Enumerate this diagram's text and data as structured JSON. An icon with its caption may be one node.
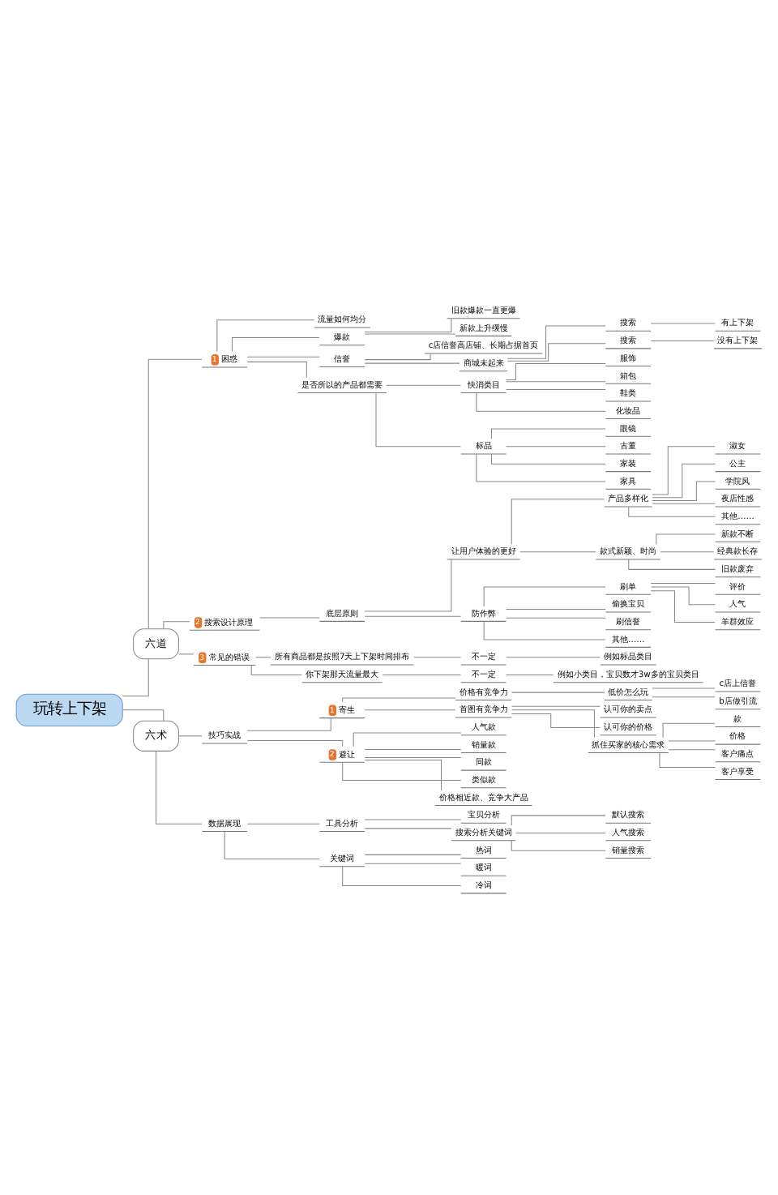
{
  "diagram": {
    "nodes": [
      {
        "text": [
          "玩转上下架"
        ]
      },
      {
        "text": [
          "六道"
        ]
      },
      {
        "text": [
          "1",
          "困惑"
        ]
      },
      {
        "text": [
          "流量如何均分"
        ]
      },
      {
        "text": [
          "爆款"
        ]
      },
      {
        "text": [
          "旧款爆款一直更爆"
        ]
      },
      {
        "text": [
          "新款上升缓慢"
        ]
      },
      {
        "text": [
          "信誉"
        ]
      },
      {
        "text": [
          "c店信誉高店铺、长期占据首页"
        ]
      },
      {
        "text": [
          "商城未起来"
        ]
      },
      {
        "text": [
          "搜索"
        ]
      },
      {
        "text": [
          "有上下架"
        ]
      },
      {
        "text": [
          "搜索"
        ]
      },
      {
        "text": [
          "没有上下架"
        ]
      },
      {
        "text": [
          "是否所以的产品都需要"
        ]
      },
      {
        "text": [
          "快消类目"
        ]
      },
      {
        "text": [
          "服饰"
        ]
      },
      {
        "text": [
          "箱包"
        ]
      },
      {
        "text": [
          "鞋类"
        ]
      },
      {
        "text": [
          "化妆品"
        ]
      },
      {
        "text": [
          "标品"
        ]
      },
      {
        "text": [
          "眼镜"
        ]
      },
      {
        "text": [
          "古董"
        ]
      },
      {
        "text": [
          "家装"
        ]
      },
      {
        "text": [
          "家具"
        ]
      },
      {
        "text": [
          "2",
          "搜索设计原理"
        ]
      },
      {
        "text": [
          "底层原则"
        ]
      },
      {
        "text": [
          "让用户体验的更好"
        ]
      },
      {
        "text": [
          "产品多样化"
        ]
      },
      {
        "text": [
          "淑女"
        ]
      },
      {
        "text": [
          "公主"
        ]
      },
      {
        "text": [
          "学院风"
        ]
      },
      {
        "text": [
          "夜店性感"
        ]
      },
      {
        "text": [
          "其他……"
        ]
      },
      {
        "text": [
          "款式新颖、时尚"
        ]
      },
      {
        "text": [
          "新款不断"
        ]
      },
      {
        "text": [
          "经典款长存"
        ]
      },
      {
        "text": [
          "旧款废弃"
        ]
      },
      {
        "text": [
          "防作弊"
        ]
      },
      {
        "text": [
          "刷单"
        ]
      },
      {
        "text": [
          "评价"
        ]
      },
      {
        "text": [
          "人气"
        ]
      },
      {
        "text": [
          "羊群效应"
        ]
      },
      {
        "text": [
          "偷换宝贝"
        ]
      },
      {
        "text": [
          "刷信誉"
        ]
      },
      {
        "text": [
          "其他……"
        ]
      },
      {
        "text": [
          "3",
          "常见的错误"
        ]
      },
      {
        "text": [
          "所有商品都是按照7天上下架时间排布"
        ]
      },
      {
        "text": [
          "不一定"
        ]
      },
      {
        "text": [
          "例如标品类目"
        ]
      },
      {
        "text": [
          "你下架那天流量最大"
        ]
      },
      {
        "text": [
          "不一定"
        ]
      },
      {
        "text": [
          "例如小类目，宝贝数才3w多的宝贝类目"
        ]
      },
      {
        "text": [
          "六术"
        ]
      },
      {
        "text": [
          "技巧实战"
        ]
      },
      {
        "text": [
          "1",
          "寄生"
        ]
      },
      {
        "text": [
          "价格有竞争力"
        ]
      },
      {
        "text": [
          "低价怎么玩"
        ]
      },
      {
        "text": [
          "c店上信誉"
        ]
      },
      {
        "text": [
          "b店做引流"
        ]
      },
      {
        "text": [
          "首图有竞争力"
        ]
      },
      {
        "text": [
          "认可你的卖点"
        ]
      },
      {
        "text": [
          "认可你的价格"
        ]
      },
      {
        "text": [
          "抓住买家的核心需求"
        ]
      },
      {
        "text": [
          "款"
        ]
      },
      {
        "text": [
          "价格"
        ]
      },
      {
        "text": [
          "客户痛点"
        ]
      },
      {
        "text": [
          "客户享受"
        ]
      },
      {
        "text": [
          "2",
          "避让"
        ]
      },
      {
        "text": [
          "人气款"
        ]
      },
      {
        "text": [
          "销量款"
        ]
      },
      {
        "text": [
          "同款"
        ]
      },
      {
        "text": [
          "类似款"
        ]
      },
      {
        "text": [
          "价格相近款、竞争大产品"
        ]
      },
      {
        "text": [
          "数据展现"
        ]
      },
      {
        "text": [
          "工具分析"
        ]
      },
      {
        "text": [
          "宝贝分析"
        ]
      },
      {
        "text": [
          "搜索分析关键词"
        ]
      },
      {
        "text": [
          "默认搜索"
        ]
      },
      {
        "text": [
          "人气搜索"
        ]
      },
      {
        "text": [
          "销量搜索"
        ]
      },
      {
        "text": [
          "关键词"
        ]
      },
      {
        "text": [
          "热词"
        ]
      },
      {
        "text": [
          "暖词"
        ]
      },
      {
        "text": [
          "冷词"
        ]
      }
    ],
    "edges": [
      {
        "from": 0,
        "to": 1,
        "arrow": "none"
      },
      {
        "from": 1,
        "to": 2,
        "arrow": "none"
      },
      {
        "from": 2,
        "to": 3,
        "arrow": "none"
      },
      {
        "from": 2,
        "to": 4,
        "arrow": "none"
      },
      {
        "from": 4,
        "to": 5,
        "arrow": "none"
      },
      {
        "from": 4,
        "to": 6,
        "arrow": "none"
      },
      {
        "from": 2,
        "to": 7,
        "arrow": "none"
      },
      {
        "from": 7,
        "to": 8,
        "arrow": "none"
      },
      {
        "from": 7,
        "to": 9,
        "arrow": "none"
      },
      {
        "from": 9,
        "to": 10,
        "arrow": "none"
      },
      {
        "from": 10,
        "to": 11,
        "arrow": "none"
      },
      {
        "from": 9,
        "to": 12,
        "arrow": "none"
      },
      {
        "from": 12,
        "to": 13,
        "arrow": "none"
      },
      {
        "from": 2,
        "to": 14,
        "arrow": "none"
      },
      {
        "from": 14,
        "to": 15,
        "arrow": "none"
      },
      {
        "from": 15,
        "to": 16,
        "arrow": "none"
      },
      {
        "from": 15,
        "to": 17,
        "arrow": "none"
      },
      {
        "from": 15,
        "to": 18,
        "arrow": "none"
      },
      {
        "from": 15,
        "to": 19,
        "arrow": "none"
      },
      {
        "from": 14,
        "to": 20,
        "arrow": "none"
      },
      {
        "from": 20,
        "to": 21,
        "arrow": "none"
      },
      {
        "from": 20,
        "to": 22,
        "arrow": "none"
      },
      {
        "from": 20,
        "to": 23,
        "arrow": "none"
      },
      {
        "from": 20,
        "to": 24,
        "arrow": "none"
      },
      {
        "from": 1,
        "to": 25,
        "arrow": "none"
      },
      {
        "from": 25,
        "to": 26,
        "arrow": "none"
      },
      {
        "from": 26,
        "to": 27,
        "arrow": "none"
      },
      {
        "from": 27,
        "to": 28,
        "arrow": "none"
      },
      {
        "from": 28,
        "to": 29,
        "arrow": "none"
      },
      {
        "from": 28,
        "to": 30,
        "arrow": "none"
      },
      {
        "from": 28,
        "to": 31,
        "arrow": "none"
      },
      {
        "from": 28,
        "to": 32,
        "arrow": "none"
      },
      {
        "from": 28,
        "to": 33,
        "arrow": "none"
      },
      {
        "from": 27,
        "to": 34,
        "arrow": "none"
      },
      {
        "from": 34,
        "to": 35,
        "arrow": "none"
      },
      {
        "from": 34,
        "to": 36,
        "arrow": "none"
      },
      {
        "from": 34,
        "to": 37,
        "arrow": "none"
      },
      {
        "from": 26,
        "to": 38,
        "arrow": "none"
      },
      {
        "from": 38,
        "to": 39,
        "arrow": "none"
      },
      {
        "from": 39,
        "to": 40,
        "arrow": "none"
      },
      {
        "from": 39,
        "to": 41,
        "arrow": "none"
      },
      {
        "from": 39,
        "to": 42,
        "arrow": "none"
      },
      {
        "from": 38,
        "to": 43,
        "arrow": "none"
      },
      {
        "from": 38,
        "to": 44,
        "arrow": "none"
      },
      {
        "from": 38,
        "to": 45,
        "arrow": "none"
      },
      {
        "from": 1,
        "to": 46,
        "arrow": "none"
      },
      {
        "from": 46,
        "to": 47,
        "arrow": "none"
      },
      {
        "from": 47,
        "to": 48,
        "arrow": "none"
      },
      {
        "from": 48,
        "to": 49,
        "arrow": "none"
      },
      {
        "from": 46,
        "to": 50,
        "arrow": "none"
      },
      {
        "from": 50,
        "to": 51,
        "arrow": "none"
      },
      {
        "from": 51,
        "to": 52,
        "arrow": "none"
      },
      {
        "from": 0,
        "to": 53,
        "arrow": "none"
      },
      {
        "from": 53,
        "to": 54,
        "arrow": "none"
      },
      {
        "from": 54,
        "to": 55,
        "arrow": "none"
      },
      {
        "from": 55,
        "to": 56,
        "arrow": "none"
      },
      {
        "from": 56,
        "to": 57,
        "arrow": "none"
      },
      {
        "from": 57,
        "to": 58,
        "arrow": "none"
      },
      {
        "from": 57,
        "to": 59,
        "arrow": "none"
      },
      {
        "from": 55,
        "to": 60,
        "arrow": "none"
      },
      {
        "from": 60,
        "to": 61,
        "arrow": "none"
      },
      {
        "from": 60,
        "to": 62,
        "arrow": "none"
      },
      {
        "from": 60,
        "to": 63,
        "arrow": "none"
      },
      {
        "from": 63,
        "to": 64,
        "arrow": "none"
      },
      {
        "from": 63,
        "to": 65,
        "arrow": "none"
      },
      {
        "from": 63,
        "to": 66,
        "arrow": "none"
      },
      {
        "from": 63,
        "to": 67,
        "arrow": "none"
      },
      {
        "from": 54,
        "to": 68,
        "arrow": "none"
      },
      {
        "from": 68,
        "to": 69,
        "arrow": "none"
      },
      {
        "from": 68,
        "to": 70,
        "arrow": "none"
      },
      {
        "from": 68,
        "to": 71,
        "arrow": "none"
      },
      {
        "from": 68,
        "to": 72,
        "arrow": "none"
      },
      {
        "from": 68,
        "to": 73,
        "arrow": "none"
      },
      {
        "from": 53,
        "to": 74,
        "arrow": "none"
      },
      {
        "from": 74,
        "to": 75,
        "arrow": "none"
      },
      {
        "from": 75,
        "to": 76,
        "arrow": "none"
      },
      {
        "from": 75,
        "to": 77,
        "arrow": "none"
      },
      {
        "from": 77,
        "to": 78,
        "arrow": "none"
      },
      {
        "from": 77,
        "to": 79,
        "arrow": "none"
      },
      {
        "from": 77,
        "to": 80,
        "arrow": "none"
      },
      {
        "from": 74,
        "to": 81,
        "arrow": "none"
      },
      {
        "from": 81,
        "to": 82,
        "arrow": "none"
      },
      {
        "from": 81,
        "to": 83,
        "arrow": "none"
      },
      {
        "from": 81,
        "to": 84,
        "arrow": "none"
      }
    ]
  }
}
